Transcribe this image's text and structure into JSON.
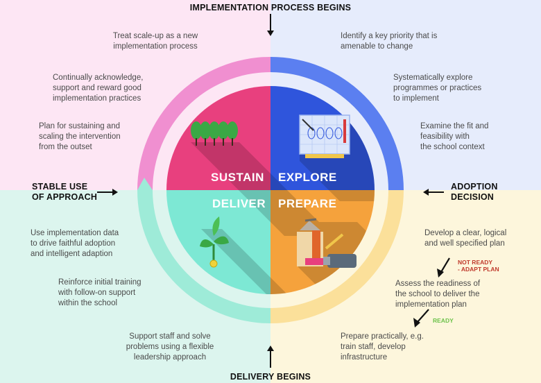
{
  "headers": {
    "top": "IMPLEMENTATION PROCESS BEGINS",
    "bottom": "DELIVERY BEGINS",
    "left_line1": "STABLE USE",
    "left_line2": "OF APPROACH",
    "right_line1": "ADOPTION",
    "right_line2": "DECISION"
  },
  "stages": {
    "sustain": "SUSTAIN",
    "explore": "EXPLORE",
    "deliver": "DELIVER",
    "prepare": "PREPARE"
  },
  "sustain_steps": [
    [
      "Treat scale-up as a new",
      "implementation process"
    ],
    [
      "Continually acknowledge,",
      "support and reward good",
      "implementation practices"
    ],
    [
      "Plan for sustaining and",
      "scaling the intervention",
      "from the outset"
    ]
  ],
  "explore_steps": [
    [
      "Identify a key priority that is",
      "amenable to change"
    ],
    [
      "Systematically explore",
      "programmes or practices",
      "to implement"
    ],
    [
      "Examine the fit and",
      "feasibility with",
      "the school context"
    ]
  ],
  "deliver_steps": [
    [
      "Use implementation data",
      "to drive faithful adoption",
      "and intelligent adaption"
    ],
    [
      "Reinforce initial training",
      "with follow-on support",
      "within the school"
    ],
    [
      "Support staff and solve",
      "problems using a flexible",
      "leadership approach"
    ]
  ],
  "prepare_steps": [
    [
      "Develop a clear, logical",
      "and well specified plan"
    ],
    [
      "Assess the readiness of",
      "the school to deliver the",
      "implementation plan"
    ],
    [
      "Prepare practically, e.g.",
      "train staff, develop",
      "infrastructure"
    ]
  ],
  "notes": {
    "not_ready_line1": "NOT READY",
    "not_ready_line2": "- ADAPT PLAN",
    "ready": "READY"
  },
  "colors": {
    "sustain": "#e8407e",
    "explore": "#2f55dc",
    "deliver": "#7de8d4",
    "prepare": "#f5a23c",
    "ring_sustain": "#f08fd0",
    "ring_explore": "#5b7ff0",
    "ring_deliver": "#9eebd8",
    "ring_prepare": "#fbe09a"
  },
  "icons": [
    "trees-icon",
    "blueprint-icon",
    "sprout-icon",
    "tools-icon"
  ]
}
